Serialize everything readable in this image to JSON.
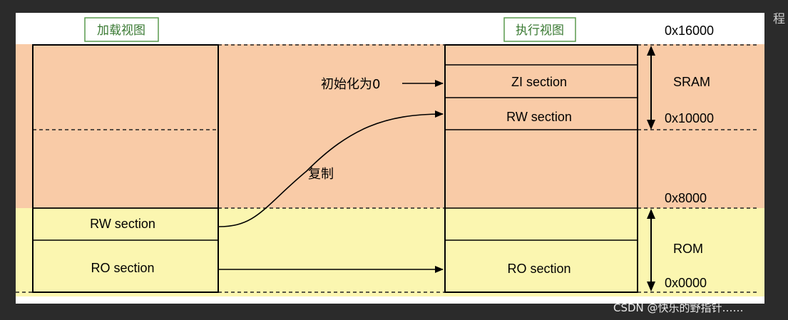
{
  "load_view": {
    "title": "加载视图",
    "rw_label": "RW section",
    "ro_label": "RO section"
  },
  "exec_view": {
    "title": "执行视图",
    "zi_label": "ZI section",
    "rw_label": "RW section",
    "ro_label": "RO section"
  },
  "addresses": {
    "top": "0x16000",
    "mid": "0x10000",
    "rom_top": "0x8000",
    "bottom": "0x0000"
  },
  "regions": {
    "sram": "SRAM",
    "rom": "ROM"
  },
  "arrows": {
    "init_zero": "初始化为0",
    "copy": "复制"
  },
  "colors": {
    "sram_bg": "#f9cba7",
    "rom_bg": "#fbf6b0",
    "title_border": "#5a9a4e",
    "title_text": "#3a7a33"
  },
  "watermark": "CSDN @快乐的野指针……",
  "edge_char": "程"
}
